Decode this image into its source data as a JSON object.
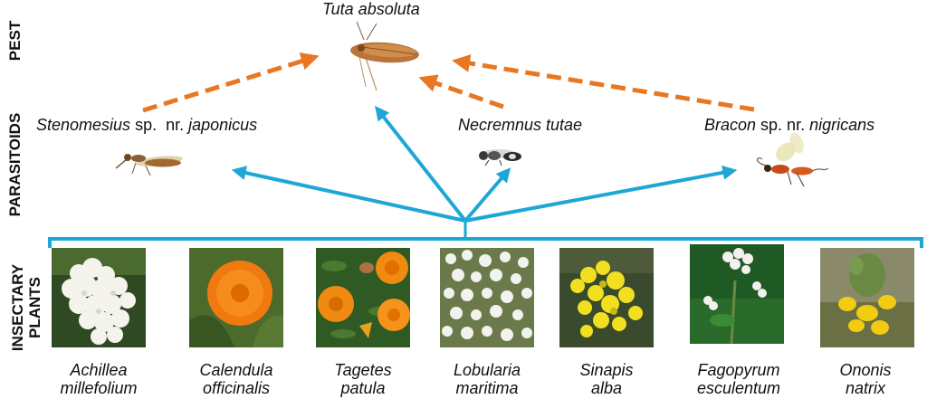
{
  "rows": {
    "pest": "PEST",
    "parasitoids": "PARASITOIDS",
    "insectary": [
      "INSECTARY",
      "PLANTS"
    ]
  },
  "pest": {
    "name": "Tuta absoluta"
  },
  "parasitoids": [
    {
      "genus": "Stenomesius",
      "rest_plain": " sp.  nr. ",
      "rest_italic": "japonicus"
    },
    {
      "genus": "Necremnus tutae",
      "rest_plain": "",
      "rest_italic": ""
    },
    {
      "genus": "Bracon",
      "rest_plain": " sp. nr. ",
      "rest_italic": "nigricans"
    }
  ],
  "plants": [
    {
      "line1": "Achillea",
      "line2": "millefolium",
      "photo": "white-yarrow"
    },
    {
      "line1": "Calendula",
      "line2": "officinalis",
      "photo": "orange-marigold"
    },
    {
      "line1": "Tagetes",
      "line2": "patula",
      "photo": "orange-tagetes"
    },
    {
      "line1": "Lobularia",
      "line2": "maritima",
      "photo": "white-alyssum"
    },
    {
      "line1": "Sinapis",
      "line2": "alba",
      "photo": "yellow-mustard"
    },
    {
      "line1": "Fagopyrum",
      "line2": "esculentum",
      "photo": "white-buckwheat"
    },
    {
      "line1": "Ononis",
      "line2": "natrix",
      "photo": "yellow-ononis"
    }
  ],
  "colors": {
    "parasitism_arrow": "#E87722",
    "support_arrow": "#1EA7D6"
  }
}
